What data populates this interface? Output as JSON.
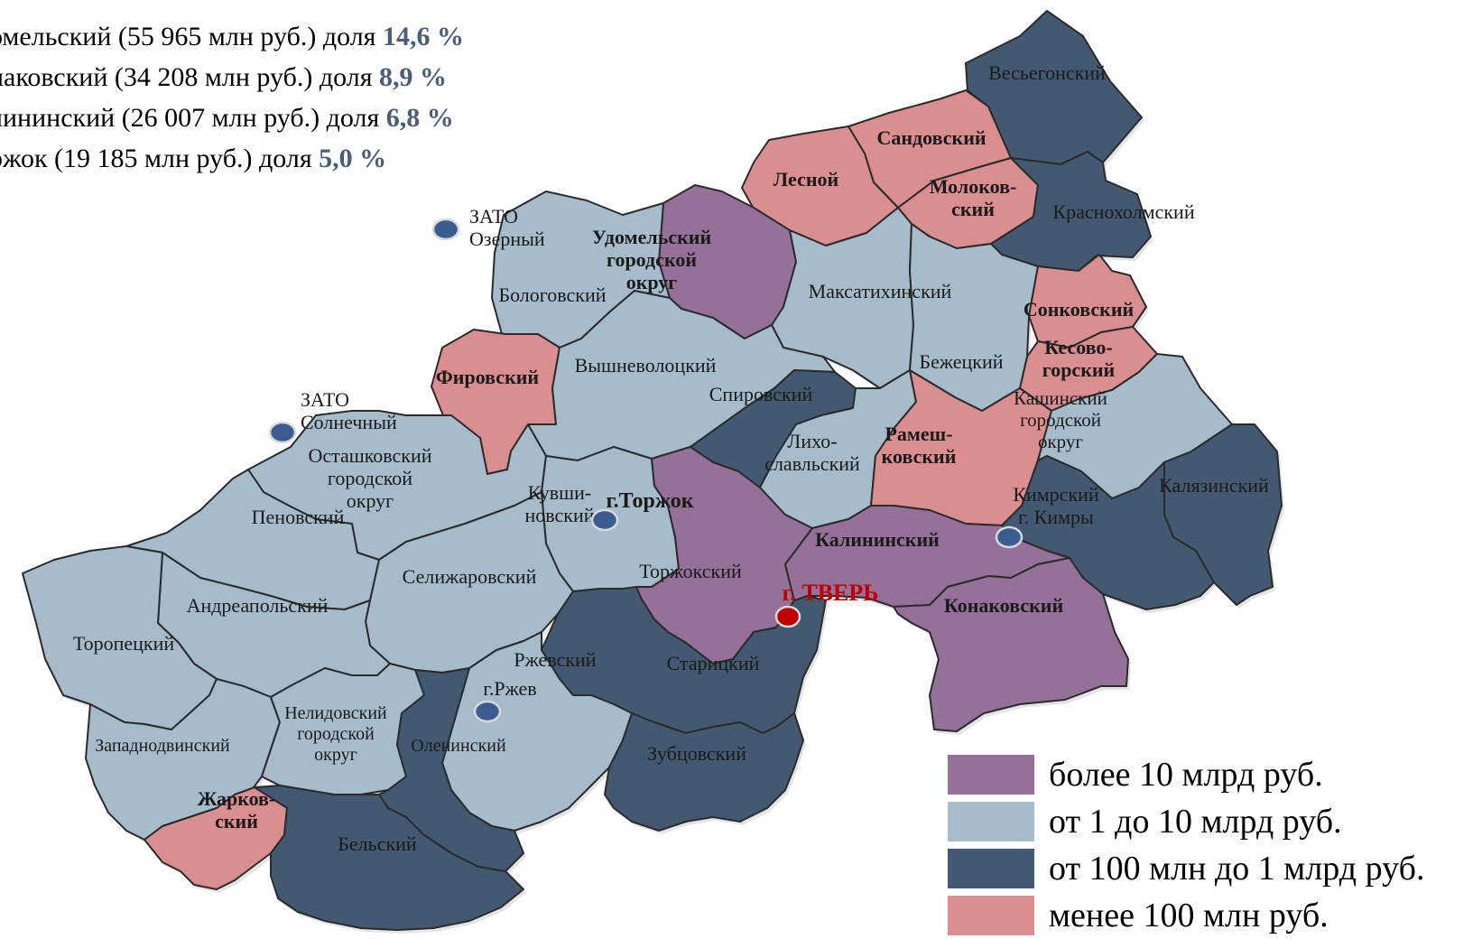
{
  "stats": [
    {
      "text": "омельский (55 965 млн руб.) доля ",
      "share": "14,6 %"
    },
    {
      "text": "наковский (34 208 млн руб.) доля ",
      "share": "8,9 %"
    },
    {
      "text": "линински​й (26 007 млн руб.) доля ",
      "share": "6,8 %"
    },
    {
      "text": "ржок (19 185 млн руб.) доля ",
      "share": "5,0 %"
    }
  ],
  "colors": {
    "high": "#957199",
    "mid": "#a6bccb",
    "low": "#435972",
    "min": "#db8e8f",
    "border": "#2b2b2b",
    "city_marker": "#3b5c8f",
    "capital_marker": "#c00000",
    "capital_label": "#c00000"
  },
  "legend": [
    {
      "category": "high",
      "label": "более 10 млрд руб."
    },
    {
      "category": "mid",
      "label": "от 1 до 10 млрд руб."
    },
    {
      "category": "low",
      "label": "от 100 млн до 1 млрд руб."
    },
    {
      "category": "min",
      "label": "менее 100 млн руб."
    }
  ],
  "regions": [
    {
      "id": "vesegonsky",
      "category": "low",
      "label": [
        "Весьегонский"
      ],
      "bold": false
    },
    {
      "id": "sandovsky",
      "category": "min",
      "label": [
        "Сандовский"
      ],
      "bold": true
    },
    {
      "id": "lesnoy",
      "category": "min",
      "label": [
        "Лесной"
      ],
      "bold": true
    },
    {
      "id": "molokovsky",
      "category": "min",
      "label": [
        "Молоков-",
        "ский"
      ],
      "bold": true
    },
    {
      "id": "krasnoholmsky",
      "category": "low",
      "label": [
        "Краснохолмский"
      ],
      "bold": false
    },
    {
      "id": "udomelsky",
      "category": "high",
      "label": [
        "Удомельский",
        "городской",
        "округ"
      ],
      "bold": true
    },
    {
      "id": "bologovsky",
      "category": "mid",
      "label": [
        "Бологовский"
      ],
      "bold": false
    },
    {
      "id": "maksatikhinsky",
      "category": "mid",
      "label": [
        "Максатихинский"
      ],
      "bold": false
    },
    {
      "id": "bezhetsky",
      "category": "mid",
      "label": [
        "Бежецкий"
      ],
      "bold": false
    },
    {
      "id": "sonkovsky",
      "category": "min",
      "label": [
        "Сонковский"
      ],
      "bold": true
    },
    {
      "id": "kesovogorsky",
      "category": "min",
      "label": [
        "Кесово-",
        "горский"
      ],
      "bold": true
    },
    {
      "id": "firovsky",
      "category": "min",
      "label": [
        "Фировский"
      ],
      "bold": true
    },
    {
      "id": "vyshnevolotsky",
      "category": "mid",
      "label": [
        "Вышневолоцкий"
      ],
      "bold": false
    },
    {
      "id": "spirovsky",
      "category": "low",
      "label": [
        "Спировский"
      ],
      "bold": false
    },
    {
      "id": "likhoslavlsky",
      "category": "mid",
      "label": [
        "Лихо-",
        "славльский"
      ],
      "bold": false
    },
    {
      "id": "rameshkovsky",
      "category": "min",
      "label": [
        "Рамеш-",
        "ковский"
      ],
      "bold": true
    },
    {
      "id": "kashinsky",
      "category": "mid",
      "label": [
        "Кашинский",
        "городской",
        "округ"
      ],
      "bold": false
    },
    {
      "id": "kalyazinsky",
      "category": "low",
      "label": [
        "Калязинский"
      ],
      "bold": false
    },
    {
      "id": "kimrsky",
      "category": "low",
      "label": [
        "Кимрский",
        "г. Кимры"
      ],
      "bold": false
    },
    {
      "id": "ostashkovsky",
      "category": "mid",
      "label": [
        "Осташковский",
        "городской",
        "округ"
      ],
      "bold": false
    },
    {
      "id": "penovsky",
      "category": "mid",
      "label": [
        "Пеновский"
      ],
      "bold": false
    },
    {
      "id": "kuvshinovsky",
      "category": "mid",
      "label": [
        "Кувши-",
        "новский"
      ],
      "bold": false
    },
    {
      "id": "torzhoksky",
      "category": "high",
      "label": [
        "Торжокский"
      ],
      "bold": false
    },
    {
      "id": "kalininsky",
      "category": "high",
      "label": [
        "Калининский"
      ],
      "bold": true
    },
    {
      "id": "konakovsky",
      "category": "high",
      "label": [
        "Конаковский"
      ],
      "bold": true
    },
    {
      "id": "selizharovsky",
      "category": "mid",
      "label": [
        "Селижаровский"
      ],
      "bold": false
    },
    {
      "id": "andreapolsky",
      "category": "mid",
      "label": [
        "Андреапольский"
      ],
      "bold": false
    },
    {
      "id": "toropetsky",
      "category": "mid",
      "label": [
        "Торопецкий"
      ],
      "bold": false
    },
    {
      "id": "staritsky",
      "category": "low",
      "label": [
        "Старицкий"
      ],
      "bold": false
    },
    {
      "id": "rzhevsky",
      "category": "mid",
      "label": [
        "Ржевский"
      ],
      "bold": false
    },
    {
      "id": "zapadnodvinsky",
      "category": "mid",
      "label": [
        "Западнодвинский"
      ],
      "bold": false
    },
    {
      "id": "nelidovsky",
      "category": "mid",
      "label": [
        "Нелидовский",
        "городской",
        "округ"
      ],
      "bold": false
    },
    {
      "id": "oleninsky",
      "category": "low",
      "label": [
        "Оленинский"
      ],
      "bold": false
    },
    {
      "id": "zubtsovsky",
      "category": "low",
      "label": [
        "Зубцовский"
      ],
      "bold": false
    },
    {
      "id": "zharkovsky",
      "category": "min",
      "label": [
        "Жарков-",
        "ский"
      ],
      "bold": true
    },
    {
      "id": "belsky",
      "category": "low",
      "label": [
        "Бельский"
      ],
      "bold": false
    }
  ],
  "cities": [
    {
      "id": "zato-ozerny",
      "label": [
        "ЗАТО",
        "Озерный"
      ],
      "bold": false,
      "capital": false
    },
    {
      "id": "zato-solnechny",
      "label": [
        "ЗАТО",
        "Солнечный"
      ],
      "bold": false,
      "capital": false
    },
    {
      "id": "torzhok",
      "label": [
        "г.Торжок"
      ],
      "bold": true,
      "capital": false
    },
    {
      "id": "kimry",
      "label": [],
      "bold": false,
      "capital": false
    },
    {
      "id": "rzhev",
      "label": [
        "г.Ржев"
      ],
      "bold": false,
      "capital": false
    },
    {
      "id": "tver",
      "label": [
        "г. ТВЕРЬ"
      ],
      "bold": true,
      "capital": true
    }
  ]
}
